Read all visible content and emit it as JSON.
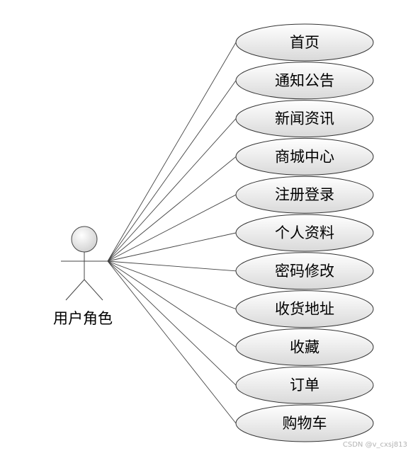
{
  "diagram": {
    "actor": {
      "label": "用户角色"
    },
    "use_cases": [
      {
        "label": "首页"
      },
      {
        "label": "通知公告"
      },
      {
        "label": "新闻资讯"
      },
      {
        "label": "商城中心"
      },
      {
        "label": "注册登录"
      },
      {
        "label": "个人资料"
      },
      {
        "label": "密码修改"
      },
      {
        "label": "收货地址"
      },
      {
        "label": "收藏"
      },
      {
        "label": "订单"
      },
      {
        "label": "购物车"
      }
    ]
  },
  "watermark": "CSDN @v_cxsj813",
  "colors": {
    "ellipse_fill_top": "#ffffff",
    "ellipse_fill_bottom": "#d9d9d9",
    "stroke": "#333333",
    "text": "#000000"
  }
}
